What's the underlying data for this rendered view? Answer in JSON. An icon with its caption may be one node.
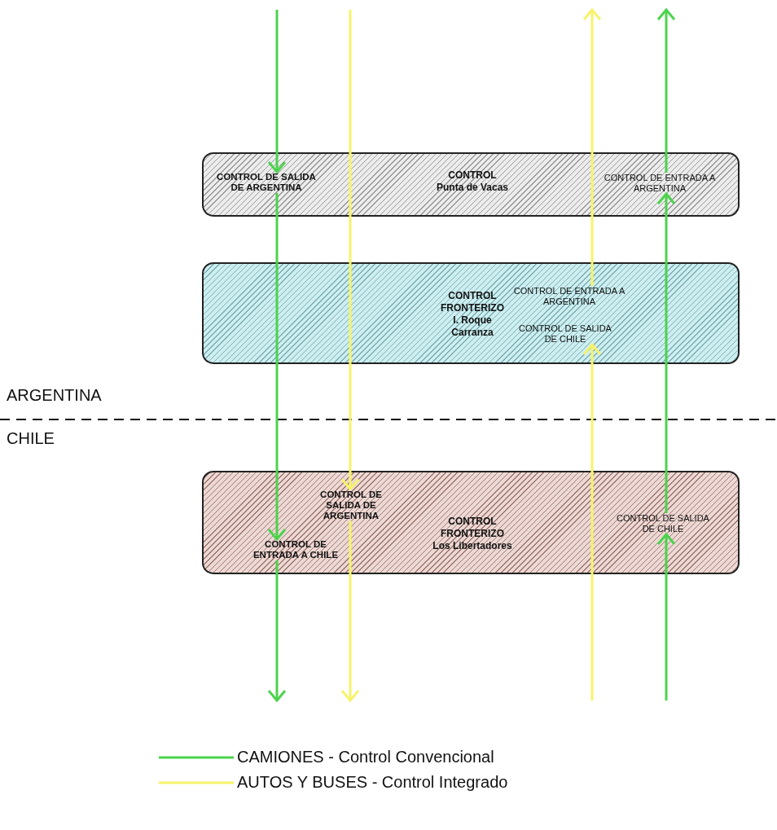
{
  "diagram": {
    "nodes": [
      {
        "text": [
          "CONTROL",
          "Punta de Vacas"
        ]
      },
      {
        "text": [
          "CONTROL DE SALIDA DE ARGENTINA"
        ],
        "in": 0
      },
      {
        "text": [
          "CONTROL DE ENTRADA A ARGENTINA"
        ],
        "in": 0
      },
      {
        "text": [
          "CONTROL FRONTERIZO",
          "I. Roque Carranza"
        ]
      },
      {
        "text": [
          "CONTROL DE ENTRADA A ARGENTINA"
        ],
        "in": 3
      },
      {
        "text": [
          "CONTROL DE SALIDA DE CHILE"
        ],
        "in": 3
      },
      {
        "text": [
          "CONTROL FRONTERIZO",
          "Los Libertadores"
        ]
      },
      {
        "text": [
          "CONTROL DE SALIDA DE ARGENTINA"
        ],
        "in": 6
      },
      {
        "text": [
          "CONTROL DE ENTRADA A CHILE"
        ],
        "in": 6
      },
      {
        "text": [
          "CONTROL DE SALIDA DE CHILE"
        ],
        "in": 6
      }
    ],
    "edges": [
      {
        "from": null,
        "to": 1,
        "arrow": "to"
      },
      {
        "from": 1,
        "to": 8,
        "arrow": "to"
      },
      {
        "from": 8,
        "to": null,
        "arrow": "to"
      },
      {
        "from": null,
        "to": 7,
        "arrow": "to",
        "color": "#f7f36b"
      },
      {
        "from": 7,
        "to": null,
        "arrow": "to",
        "color": "#f7f36b"
      },
      {
        "from": null,
        "to": 5,
        "arrow": "to",
        "color": "#f7f36b"
      },
      {
        "from": 4,
        "to": null,
        "arrow": "to",
        "color": "#f7f36b"
      },
      {
        "from": null,
        "to": 9,
        "arrow": "to"
      },
      {
        "from": 9,
        "to": 2,
        "arrow": "to"
      },
      {
        "from": 2,
        "to": null,
        "arrow": "to"
      }
    ],
    "labels": [
      "ARGENTINA",
      "CHILE"
    ],
    "legend": [
      {
        "text": "CAMIONES - Control Convencional"
      },
      {
        "text": "AUTOS Y BUSES - Control Integrado"
      }
    ]
  }
}
